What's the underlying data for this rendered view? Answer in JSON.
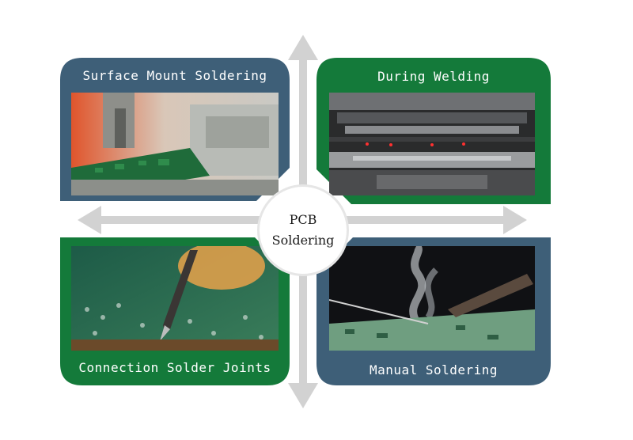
{
  "center": {
    "line1": "PCB",
    "line2": "Soldering"
  },
  "cards": {
    "top_left": {
      "title": "Surface Mount Soldering",
      "color": "#3e5f78"
    },
    "top_right": {
      "title": "During Welding",
      "color": "#147a3a"
    },
    "bottom_left": {
      "title": "Connection Solder Joints",
      "color": "#147a3a"
    },
    "bottom_right": {
      "title": "Manual Soldering",
      "color": "#3e5f78"
    }
  },
  "colors": {
    "arrow": "#d2d2d2",
    "circle_border": "#e6e6e6"
  }
}
